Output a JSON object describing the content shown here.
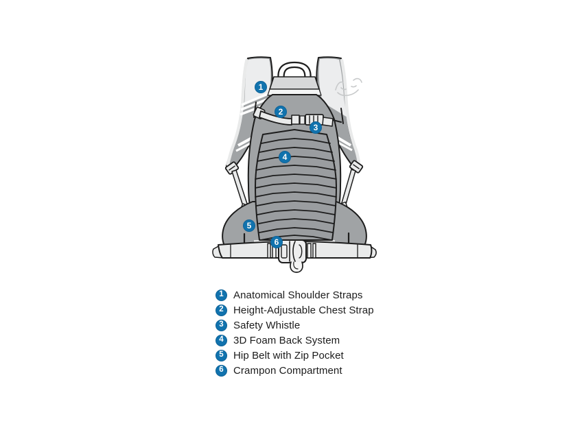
{
  "colors": {
    "marker_blue": "#1173ae",
    "marker_blue_edge": "#0d6298",
    "outline_ink": "#1c1c1c",
    "body_gray": "#a0a3a5",
    "panel_gray": "#9a9da0",
    "light_gray": "#e9eaea",
    "lid_gray": "#d7d8d9",
    "text_ink": "#1b1b1b",
    "background": "#ffffff"
  },
  "diagram": {
    "markers": [
      {
        "n": "1"
      },
      {
        "n": "2"
      },
      {
        "n": "3"
      },
      {
        "n": "4"
      },
      {
        "n": "5"
      },
      {
        "n": "6"
      }
    ]
  },
  "legend": {
    "items": [
      {
        "n": "1",
        "label": "Anatomical Shoulder Straps"
      },
      {
        "n": "2",
        "label": "Height-Adjustable Chest Strap"
      },
      {
        "n": "3",
        "label": "Safety Whistle"
      },
      {
        "n": "4",
        "label": "3D Foam Back System"
      },
      {
        "n": "5",
        "label": "Hip Belt with Zip Pocket"
      },
      {
        "n": "6",
        "label": "Crampon Compartment"
      }
    ]
  }
}
